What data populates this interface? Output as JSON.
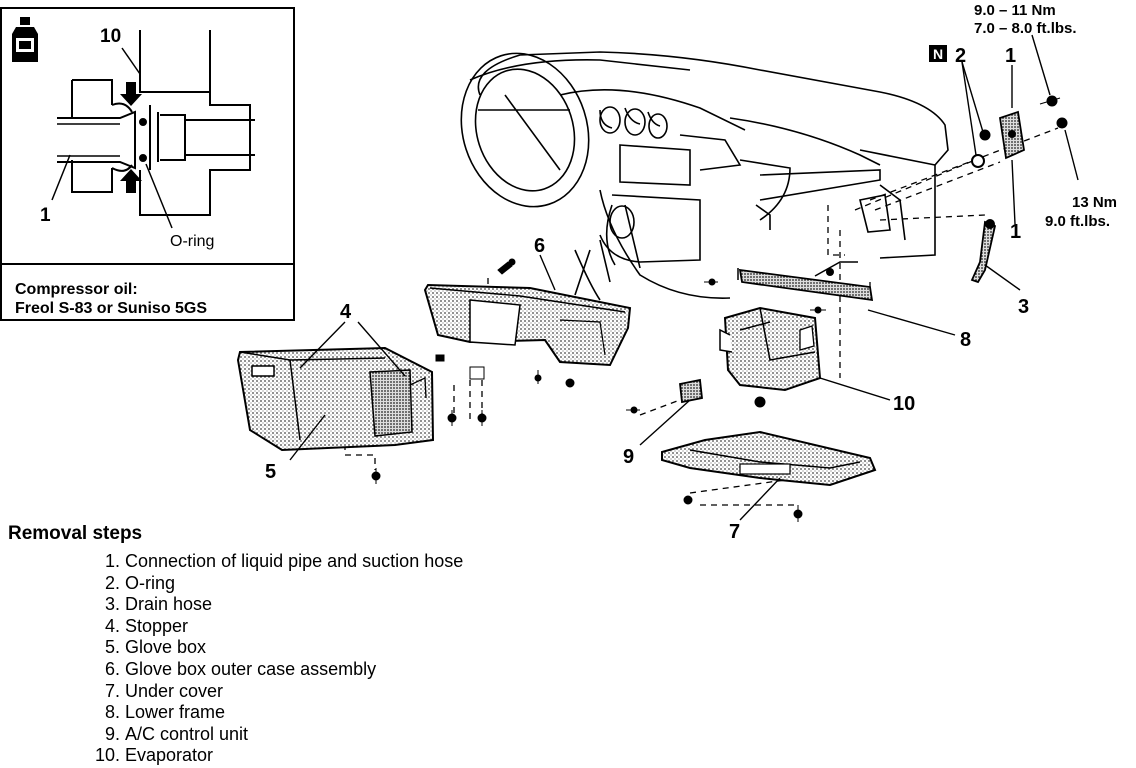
{
  "inset": {
    "callout_10": "10",
    "callout_1": "1",
    "oring_label": "O-ring",
    "oil_title": "Compressor oil:",
    "oil_types": "Freol S-83 or Suniso 5GS"
  },
  "torque_top": {
    "nm": "9.0 – 11 Nm",
    "ftlbs": "7.0 – 8.0 ft.lbs."
  },
  "torque_side": {
    "nm": "13 Nm",
    "ftlbs": "9.0 ft.lbs."
  },
  "n_badge": "N",
  "callouts": {
    "c1a": "1",
    "c1b": "1",
    "c2": "2",
    "c3": "3",
    "c4": "4",
    "c5": "5",
    "c6": "6",
    "c7": "7",
    "c8": "8",
    "c9": "9",
    "c10": "10"
  },
  "removal": {
    "title": "Removal steps",
    "steps": [
      {
        "num": "1.",
        "text": "Connection of liquid pipe and suction hose"
      },
      {
        "num": "2.",
        "text": "O-ring"
      },
      {
        "num": "3.",
        "text": "Drain hose"
      },
      {
        "num": "4.",
        "text": "Stopper"
      },
      {
        "num": "5.",
        "text": "Glove box"
      },
      {
        "num": "6.",
        "text": "Glove box outer case assembly"
      },
      {
        "num": "7.",
        "text": "Under cover"
      },
      {
        "num": "8.",
        "text": "Lower frame"
      },
      {
        "num": "9.",
        "text": "A/C control unit"
      },
      {
        "num": "10.",
        "text": "Evaporator"
      }
    ]
  }
}
